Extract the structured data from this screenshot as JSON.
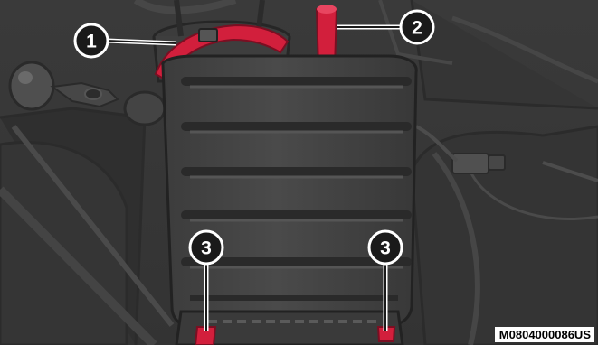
{
  "figure": {
    "reference_code": "M0804000086US",
    "callouts": [
      {
        "number": "1"
      },
      {
        "number": "2"
      },
      {
        "number": "3"
      },
      {
        "number": "3"
      }
    ],
    "colors": {
      "background": "#3a3a3a",
      "highlight_red": "#d21f3c",
      "callout_fill": "#1a1a1a",
      "callout_border": "#ffffff",
      "label_bg": "#ffffff"
    }
  }
}
